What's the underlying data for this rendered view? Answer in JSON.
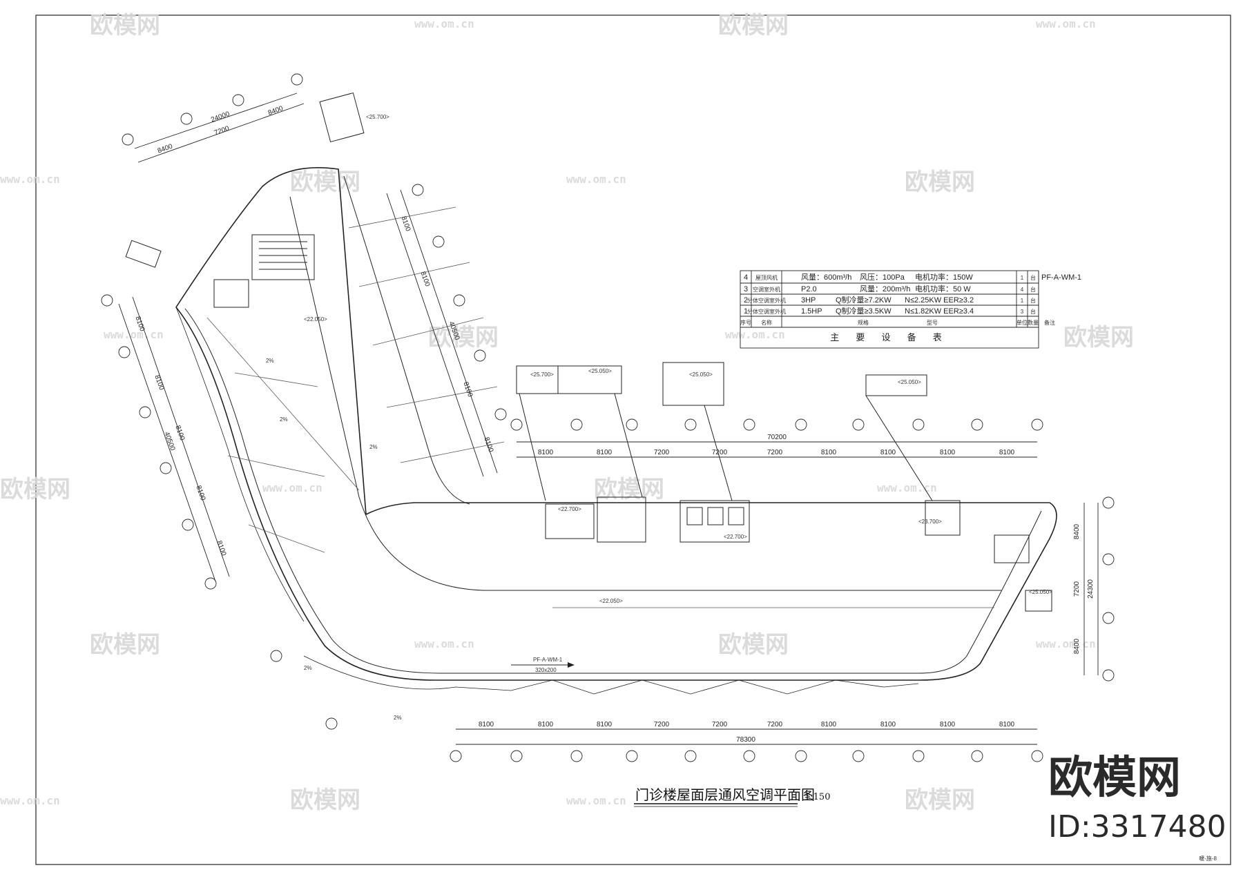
{
  "drawing": {
    "title": "门诊楼屋面层通风空调平面图",
    "scale": "1:150",
    "sheet_no": "暖-施-8"
  },
  "dimensions": {
    "top_total": "70200",
    "top_segments": [
      "8100",
      "8100",
      "7200",
      "7200",
      "7200",
      "8100",
      "8100",
      "8100",
      "8100"
    ],
    "bottom_total": "78300",
    "bottom_segments": [
      "8100",
      "8100",
      "8100",
      "7200",
      "7200",
      "7200",
      "8100",
      "8100",
      "8100",
      "8100"
    ],
    "right_total": "24300",
    "right_segments": [
      "8400",
      "7200",
      "8400"
    ],
    "left_total": "40500",
    "left_segments": [
      "8100",
      "8100",
      "8100",
      "8100",
      "8100"
    ],
    "upper_arm_total": "40500",
    "upper_arm_segments": [
      "8100",
      "8100",
      "8100",
      "8100"
    ],
    "top_left_total": "24000",
    "top_left_segments": [
      "8400",
      "7200",
      "8400"
    ]
  },
  "levels": [
    "<22.050>",
    "<22.050>",
    "<25.700>",
    "<25.050>",
    "<25.050>",
    "<25.050>",
    "<25.700>",
    "<22.700>",
    "<22.700>",
    "<23.700>",
    "<25.050>"
  ],
  "annotations": {
    "slope": "2%",
    "equipment_tag": "PF-A-WM-1",
    "duct": "320x200"
  },
  "equipment_table": {
    "title": "主 要 设 备 表",
    "headers": [
      "序号",
      "名称",
      "规格",
      "型号",
      "单位",
      "数量",
      "备注"
    ],
    "rows": [
      {
        "no": "4",
        "name": "屋顶风机",
        "spec1": "风量：600m³/h",
        "spec2": "风压：100Pa",
        "spec3": "电机功率：150W",
        "unit": "台",
        "qty": "1",
        "remark": "PF-A-WM-1"
      },
      {
        "no": "3",
        "name": "空调室外机",
        "spec1": "P2.0",
        "spec2": "风量：200m³/h",
        "spec3": "电机功率：50 W",
        "unit": "台",
        "qty": "4",
        "remark": ""
      },
      {
        "no": "2",
        "name": "分体空调室外机",
        "spec1": "3HP",
        "spec2": "Q制冷量≥7.2KW",
        "spec3": "N≤2.25KW   EER≥3.2",
        "unit": "台",
        "qty": "1",
        "remark": ""
      },
      {
        "no": "1",
        "name": "分体空调室外机",
        "spec1": "1.5HP",
        "spec2": "Q制冷量≥3.5KW",
        "spec3": "N≤1.82KW   EER≥3.4",
        "unit": "台",
        "qty": "3",
        "remark": ""
      }
    ]
  },
  "watermark": {
    "brand": "欧模网",
    "url": "www.om.cn",
    "id": "ID:3317480"
  }
}
